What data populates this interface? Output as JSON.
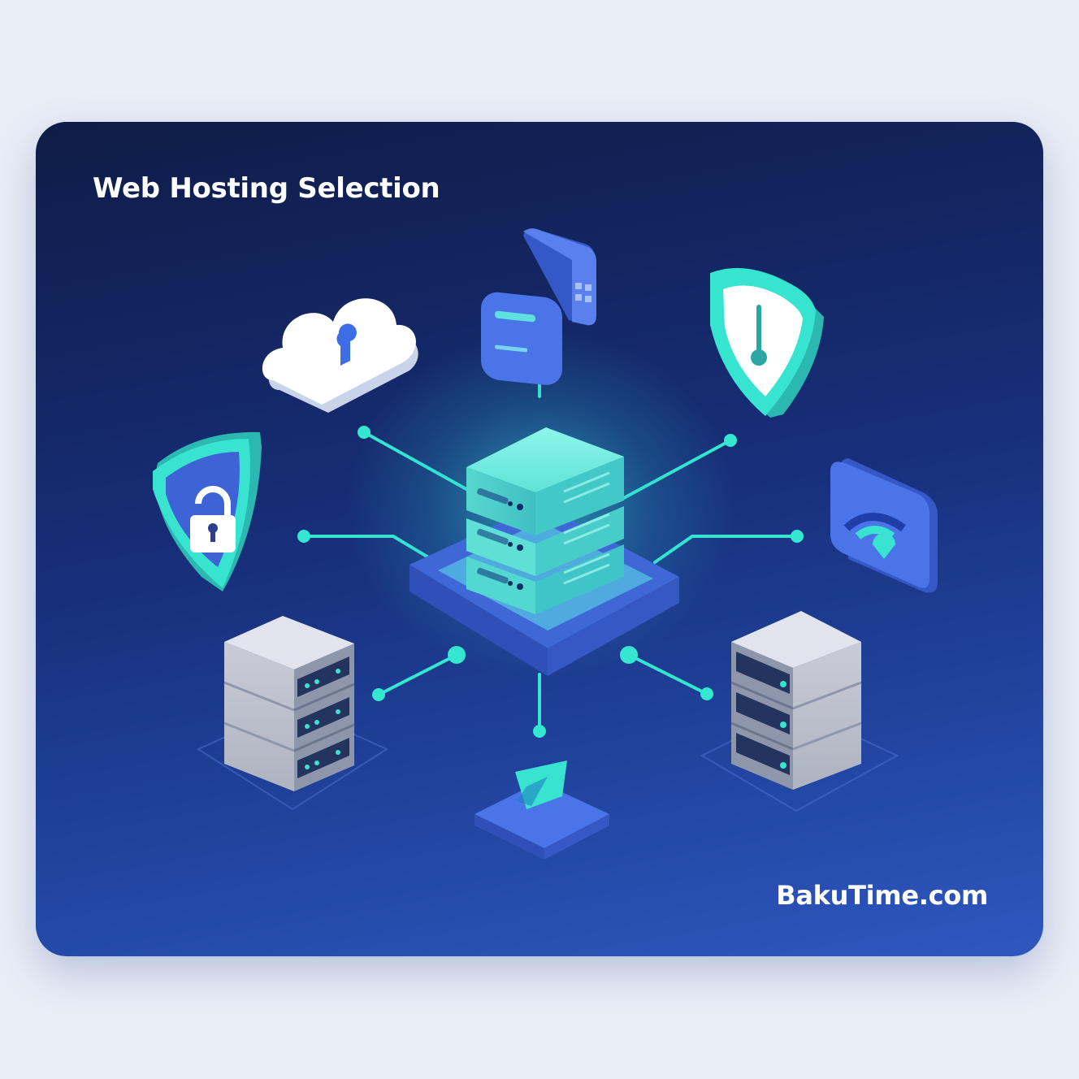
{
  "header": {
    "title": "Web Hosting Selection"
  },
  "footer": {
    "brand": "BakuTime.com"
  },
  "nodes": [
    {
      "id": "central-server",
      "icon": "server-stack-icon"
    },
    {
      "id": "cloud-lock",
      "icon": "cloud-lock-icon"
    },
    {
      "id": "storage-block",
      "icon": "storage-card-icon"
    },
    {
      "id": "shield-gauge",
      "icon": "shield-gauge-icon"
    },
    {
      "id": "shield-lock",
      "icon": "shield-lock-icon"
    },
    {
      "id": "wifi-tile",
      "icon": "wifi-signal-icon"
    },
    {
      "id": "left-server",
      "icon": "server-rack-icon"
    },
    {
      "id": "right-server",
      "icon": "server-rack-icon"
    },
    {
      "id": "speed-tile",
      "icon": "lightning-tile-icon"
    }
  ],
  "colors": {
    "accent_teal": "#35e6d0",
    "accent_blue": "#4a74e8",
    "card_dark": "#0f1c47",
    "card_light": "#2f57bf"
  }
}
